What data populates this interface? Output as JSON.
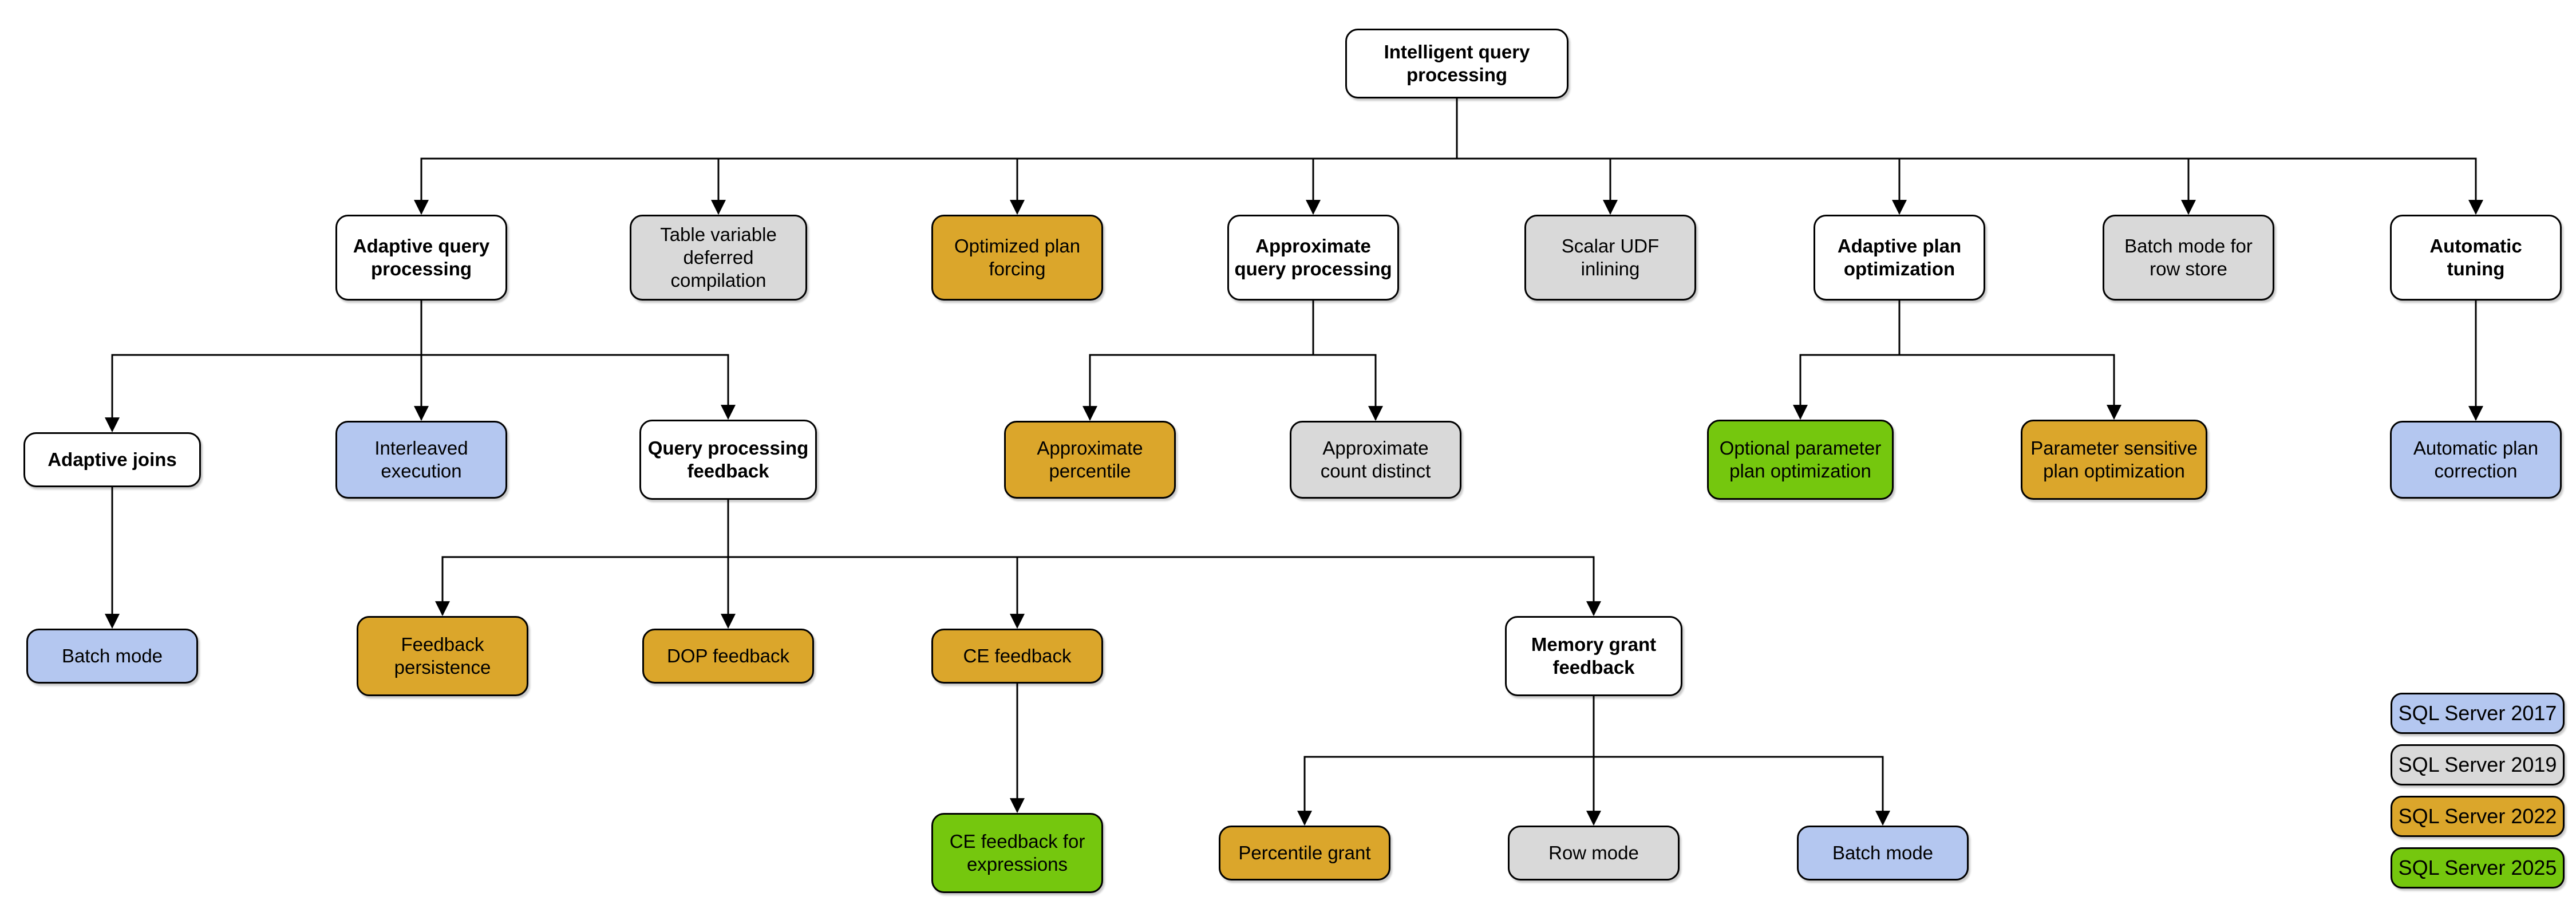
{
  "diagram_title": "Intelligent query processing",
  "versions": [
    {
      "id": "v2017",
      "label": "SQL Server 2017",
      "color": "#b4c7f0"
    },
    {
      "id": "v2019",
      "label": "SQL Server 2019",
      "color": "#d9d9d9"
    },
    {
      "id": "v2022",
      "label": "SQL Server 2022",
      "color": "#dba62b"
    },
    {
      "id": "v2025",
      "label": "SQL Server 2025",
      "color": "#75c70e"
    }
  ],
  "nodes": [
    {
      "id": "root",
      "label": "Intelligent query\nprocessing",
      "version": "none"
    },
    {
      "id": "aqp",
      "label": "Adaptive query\nprocessing",
      "version": "none"
    },
    {
      "id": "tvdc",
      "label": "Table variable\ndeferred compilation",
      "version": "v2019"
    },
    {
      "id": "opf",
      "label": "Optimized plan\nforcing",
      "version": "v2022"
    },
    {
      "id": "aqproc",
      "label": "Approximate\nquery processing",
      "version": "none"
    },
    {
      "id": "sudf",
      "label": "Scalar UDF\ninlining",
      "version": "v2019"
    },
    {
      "id": "apo",
      "label": "Adaptive plan\noptimization",
      "version": "none"
    },
    {
      "id": "bmrs",
      "label": "Batch mode for\nrow store",
      "version": "v2019"
    },
    {
      "id": "at",
      "label": "Automatic\ntuning",
      "version": "none"
    },
    {
      "id": "aj",
      "label": "Adaptive joins",
      "version": "none"
    },
    {
      "id": "ie",
      "label": "Interleaved\nexecution",
      "version": "v2017"
    },
    {
      "id": "qpf",
      "label": "Query processing\nfeedback",
      "version": "none"
    },
    {
      "id": "ap",
      "label": "Approximate\npercentile",
      "version": "v2022"
    },
    {
      "id": "acd",
      "label": "Approximate\ncount distinct",
      "version": "v2019"
    },
    {
      "id": "oppo",
      "label": "Optional parameter\nplan optimization",
      "version": "v2025"
    },
    {
      "id": "pspo",
      "label": "Parameter sensitive\nplan optimization",
      "version": "v2022"
    },
    {
      "id": "apc",
      "label": "Automatic plan\ncorrection",
      "version": "v2017"
    },
    {
      "id": "bm1",
      "label": "Batch mode",
      "version": "v2017"
    },
    {
      "id": "fp",
      "label": "Feedback\npersistence",
      "version": "v2022"
    },
    {
      "id": "dop",
      "label": "DOP feedback",
      "version": "v2022"
    },
    {
      "id": "cef",
      "label": "CE feedback",
      "version": "v2022"
    },
    {
      "id": "mgf",
      "label": "Memory grant\nfeedback",
      "version": "none"
    },
    {
      "id": "cefe",
      "label": "CE feedback for\nexpressions",
      "version": "v2025"
    },
    {
      "id": "pg",
      "label": "Percentile grant",
      "version": "v2022"
    },
    {
      "id": "rm",
      "label": "Row mode",
      "version": "v2019"
    },
    {
      "id": "bm2",
      "label": "Batch mode",
      "version": "v2017"
    }
  ],
  "edges": [
    {
      "from": "root",
      "to": [
        "aqp",
        "tvdc",
        "opf",
        "aqproc",
        "sudf",
        "apo",
        "bmrs",
        "at"
      ]
    },
    {
      "from": "aqp",
      "to": [
        "aj",
        "ie",
        "qpf"
      ]
    },
    {
      "from": "aqproc",
      "to": [
        "ap",
        "acd"
      ]
    },
    {
      "from": "apo",
      "to": [
        "oppo",
        "pspo"
      ]
    },
    {
      "from": "at",
      "to": [
        "apc"
      ]
    },
    {
      "from": "aj",
      "to": [
        "bm1"
      ]
    },
    {
      "from": "qpf",
      "to": [
        "fp",
        "dop",
        "cef",
        "mgf"
      ]
    },
    {
      "from": "cef",
      "to": [
        "cefe"
      ]
    },
    {
      "from": "mgf",
      "to": [
        "pg",
        "rm",
        "bm2"
      ]
    }
  ]
}
